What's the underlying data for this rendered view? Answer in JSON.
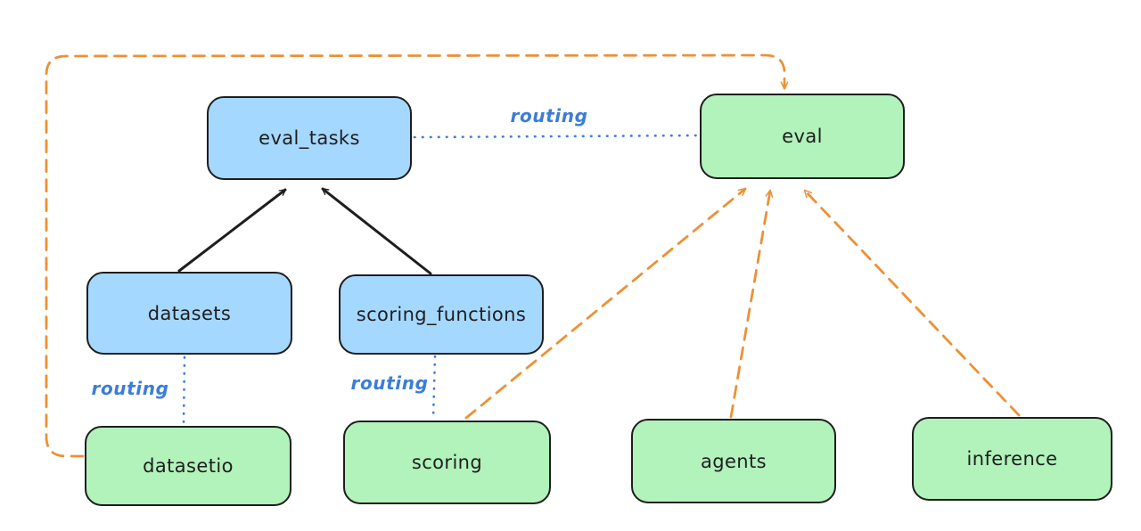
{
  "diagram_type": "architecture-routing-diagram",
  "colors": {
    "node_blue_fill": "#a5d8ff",
    "node_green_fill": "#b2f2bb",
    "node_stroke": "#1e1e1e",
    "routing_blue": "#3b7dd8",
    "orange_dashed": "#ec9136",
    "black_arrow": "#1e1e1e",
    "background": "#ffffff"
  },
  "nodes": {
    "eval_tasks": {
      "label": "eval_tasks",
      "fill": "blue"
    },
    "eval": {
      "label": "eval",
      "fill": "green"
    },
    "datasets": {
      "label": "datasets",
      "fill": "blue"
    },
    "scoring_functions": {
      "label": "scoring_functions",
      "fill": "blue"
    },
    "datasetio": {
      "label": "datasetio",
      "fill": "green"
    },
    "scoring": {
      "label": "scoring",
      "fill": "green"
    },
    "agents": {
      "label": "agents",
      "fill": "green"
    },
    "inference": {
      "label": "inference",
      "fill": "green"
    }
  },
  "edge_labels": {
    "routing_eval_tasks_eval": "routing",
    "routing_datasets_datasetio": "routing",
    "routing_scoring_functions_scoring": "routing"
  },
  "edges": [
    {
      "from": "datasets",
      "to": "eval_tasks",
      "style": "solid-black-arrow"
    },
    {
      "from": "scoring_functions",
      "to": "eval_tasks",
      "style": "solid-black-arrow"
    },
    {
      "from": "eval_tasks",
      "to": "eval",
      "style": "dotted-blue",
      "label": "routing"
    },
    {
      "from": "datasets",
      "to": "datasetio",
      "style": "dotted-blue",
      "label": "routing"
    },
    {
      "from": "scoring_functions",
      "to": "scoring",
      "style": "dotted-blue",
      "label": "routing"
    },
    {
      "from": "datasetio",
      "to": "eval",
      "style": "dashed-orange-arrow",
      "route": "left-up-around-top"
    },
    {
      "from": "scoring",
      "to": "eval",
      "style": "dashed-orange-arrow"
    },
    {
      "from": "agents",
      "to": "eval",
      "style": "dashed-orange-arrow"
    },
    {
      "from": "inference",
      "to": "eval",
      "style": "dashed-orange-arrow"
    }
  ]
}
